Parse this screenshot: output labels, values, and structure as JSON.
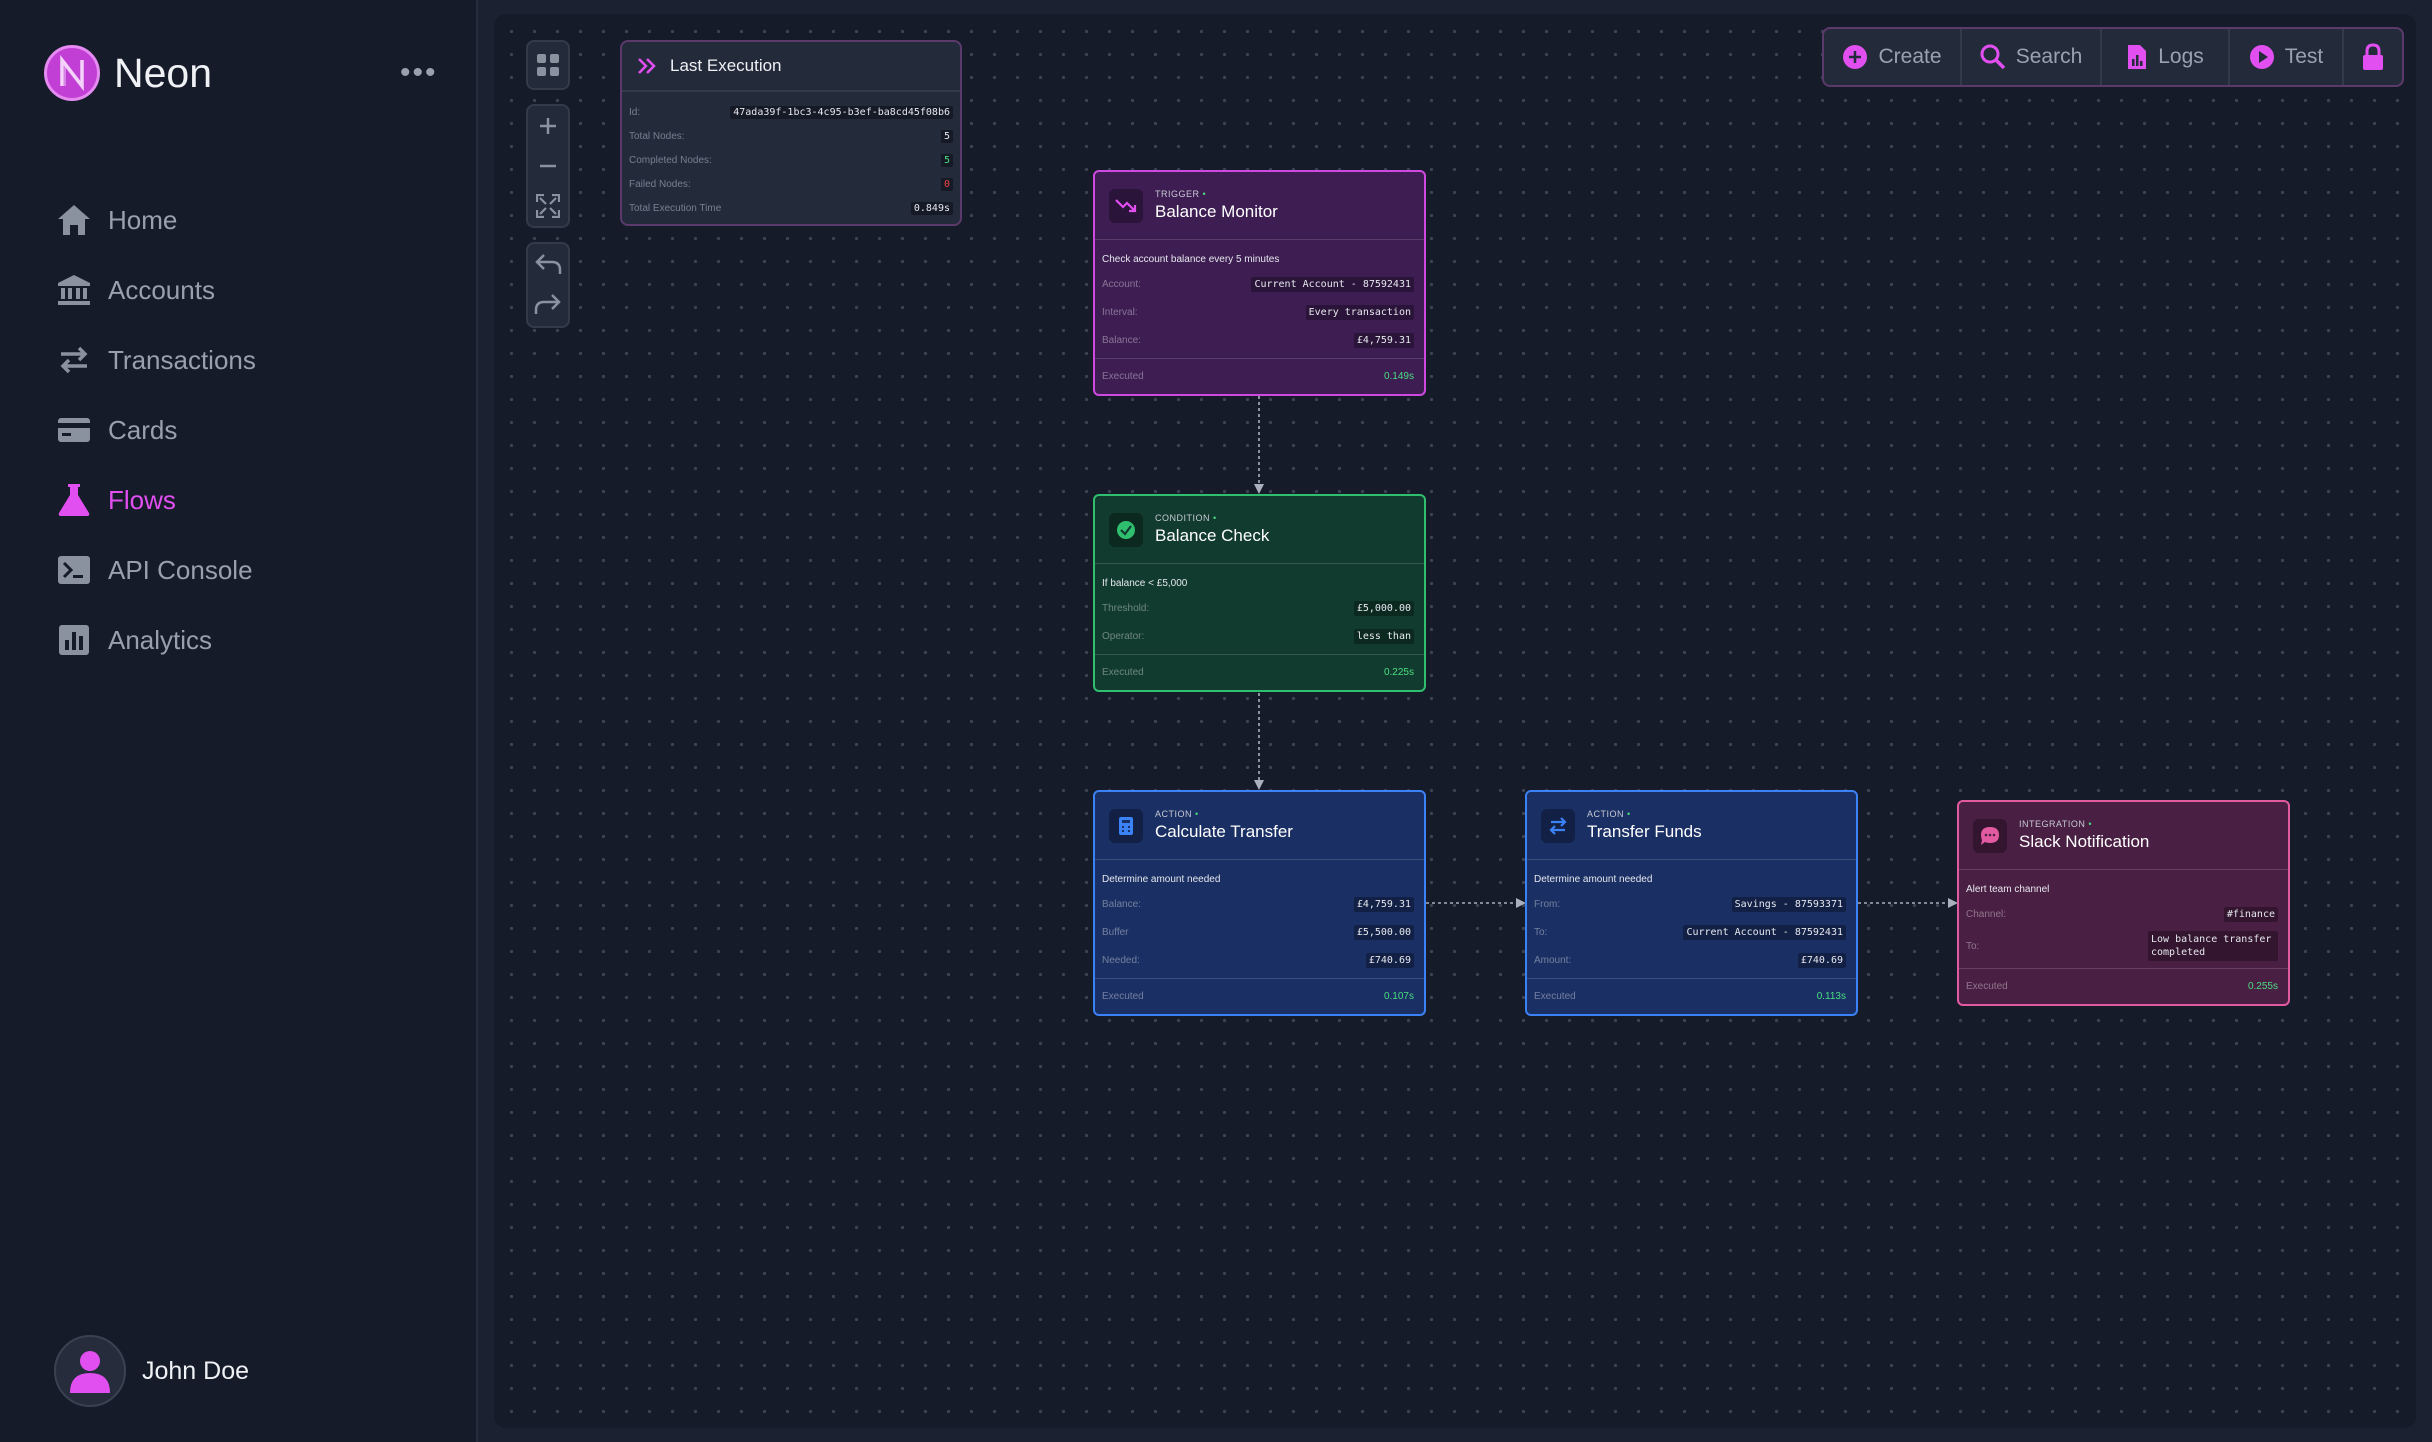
{
  "app": {
    "name": "Neon",
    "logo_letter": "N"
  },
  "sidebar": {
    "items": [
      {
        "label": "Home",
        "icon": "home-icon"
      },
      {
        "label": "Accounts",
        "icon": "bank-icon"
      },
      {
        "label": "Transactions",
        "icon": "transfer-arrows-icon"
      },
      {
        "label": "Cards",
        "icon": "credit-card-icon"
      },
      {
        "label": "Flows",
        "icon": "flask-icon",
        "active": true
      },
      {
        "label": "API Console",
        "icon": "terminal-icon"
      },
      {
        "label": "Analytics",
        "icon": "bar-chart-icon"
      }
    ]
  },
  "user": {
    "name": "John Doe"
  },
  "toolbar": {
    "create": "Create",
    "search": "Search",
    "logs": "Logs",
    "test": "Test"
  },
  "execution": {
    "title": "Last Execution",
    "rows": [
      {
        "label": "Id:",
        "value": "47ada39f-1bc3-4c95-b3ef-ba8cd45f08b6"
      },
      {
        "label": "Total Nodes:",
        "value": "5"
      },
      {
        "label": "Completed Nodes:",
        "value": "5"
      },
      {
        "label": "Failed Nodes:",
        "value": "0"
      },
      {
        "label": "Total Execution Time",
        "value": "0.849s"
      }
    ]
  },
  "nodes": {
    "trigger": {
      "type": "TRIGGER",
      "title": "Balance Monitor",
      "desc": "Check account balance every 5 minutes",
      "fields": [
        {
          "label": "Account:",
          "value": "Current Account - 87592431"
        },
        {
          "label": "Interval:",
          "value": "Every transaction"
        },
        {
          "label": "Balance:",
          "value": "£4,759.31"
        }
      ],
      "executed_label": "Executed",
      "executed_time": "0.149s"
    },
    "condition": {
      "type": "CONDITION",
      "title": "Balance Check",
      "desc": "If balance < £5,000",
      "fields": [
        {
          "label": "Threshold:",
          "value": "£5,000.00"
        },
        {
          "label": "Operator:",
          "value": "less than"
        }
      ],
      "executed_label": "Executed",
      "executed_time": "0.225s"
    },
    "calc": {
      "type": "ACTION",
      "title": "Calculate Transfer",
      "desc": "Determine amount needed",
      "fields": [
        {
          "label": "Balance:",
          "value": "£4,759.31"
        },
        {
          "label": "Buffer",
          "value": "£5,500.00"
        },
        {
          "label": "Needed:",
          "value": "£740.69"
        }
      ],
      "executed_label": "Executed",
      "executed_time": "0.107s"
    },
    "transfer": {
      "type": "ACTION",
      "title": "Transfer Funds",
      "desc": "Determine amount needed",
      "fields": [
        {
          "label": "From:",
          "value": "Savings - 87593371"
        },
        {
          "label": "To:",
          "value": "Current Account - 87592431"
        },
        {
          "label": "Amount:",
          "value": "£740.69"
        }
      ],
      "executed_label": "Executed",
      "executed_time": "0.113s"
    },
    "slack": {
      "type": "INTEGRATION",
      "title": "Slack Notification",
      "desc": "Alert team channel",
      "fields": [
        {
          "label": "Channel:",
          "value": "#finance"
        },
        {
          "label": "To:",
          "value": "Low balance transfer completed"
        }
      ],
      "executed_label": "Executed",
      "executed_time": "0.255s"
    }
  },
  "colors": {
    "accent": "#e14ff0",
    "trigger": "#cf49e0",
    "condition": "#2fbf6e",
    "action": "#3b82f6",
    "integration": "#e25aa0",
    "success": "#4ade80"
  }
}
